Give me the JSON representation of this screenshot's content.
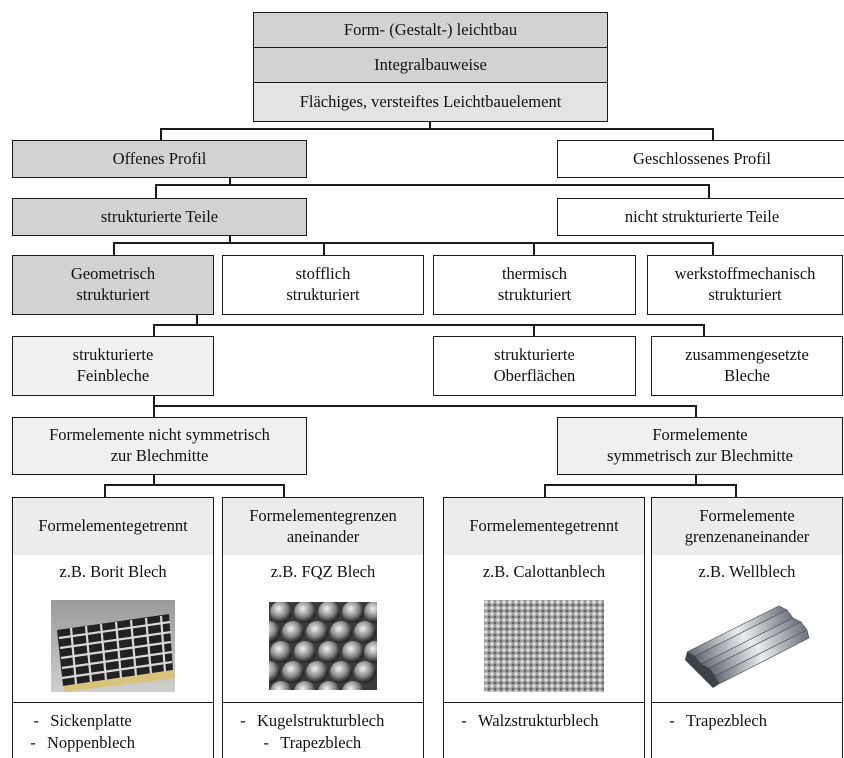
{
  "top": {
    "level1": "Form- (Gestalt-) leichtbau",
    "level2": "Integralbauweise",
    "level3": "Flächiges, versteiftes Leichtbauelement"
  },
  "profile": {
    "open": "Offenes Profil",
    "closed": "Geschlossenes Profil"
  },
  "parts": {
    "structured": "strukturierte Teile",
    "unstructured": "nicht strukturierte Teile"
  },
  "structure_types": [
    {
      "line1": "Geometrisch",
      "line2": "strukturiert"
    },
    {
      "line1": "stofflich",
      "line2": "strukturiert"
    },
    {
      "line1": "thermisch",
      "line2": "strukturiert"
    },
    {
      "line1": "werkstoffmechanisch",
      "line2": "strukturiert"
    }
  ],
  "sub_types": [
    {
      "line1": "strukturierte",
      "line2": "Feinbleche"
    },
    {
      "line1": "strukturierte",
      "line2": "Oberflächen"
    },
    {
      "line1": "zusammengesetzte",
      "line2": "Bleche"
    }
  ],
  "form_elements": {
    "asym": {
      "line1": "Formelemente nicht symmetrisch",
      "line2": "zur Blechmitte"
    },
    "sym": {
      "line1": "Formelemente",
      "line2": "symmetrisch zur Blechmitte"
    }
  },
  "columns": [
    {
      "head1": "Formelemente",
      "head2": "getrennt",
      "example": "z.B. Borit Blech",
      "image_icon": "borit-grid-sheet-icon",
      "items": [
        "Sickenplatte",
        "Noppenblech"
      ]
    },
    {
      "head1": "Formelemente",
      "head2": "grenzen aneinander",
      "example": "z.B. FQZ Blech",
      "image_icon": "fqz-dimple-sheet-icon",
      "items": [
        "Kugelstrukturblech",
        "Trapezblech"
      ]
    },
    {
      "head1": "Formelemente",
      "head2": "getrennt",
      "example": "z.B. Calottanblech",
      "image_icon": "calottan-texture-sheet-icon",
      "items": [
        "Walzstrukturblech"
      ]
    },
    {
      "head1": "Formelemente grenzen",
      "head2": "aneinander",
      "example": "z.B. Wellblech",
      "image_icon": "corrugated-sheet-icon",
      "items": [
        "Trapezblech"
      ]
    }
  ],
  "list_dash": "-"
}
